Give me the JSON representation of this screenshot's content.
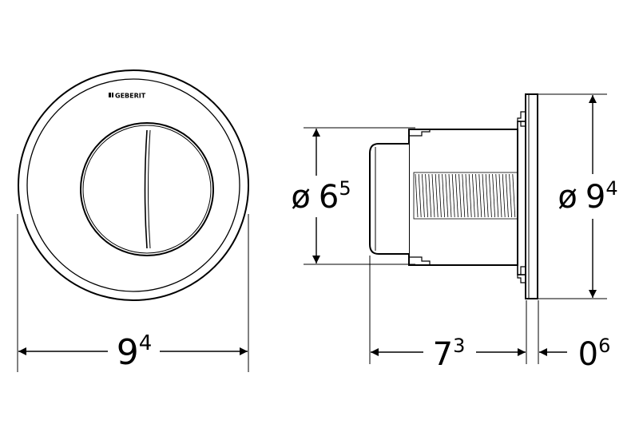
{
  "brand": {
    "logo_text": "GEBERIT"
  },
  "dimensions": {
    "front_width": {
      "main": "9",
      "sup": "4"
    },
    "side_button_diameter": {
      "prefix": "ø",
      "main": "6",
      "sup": "5"
    },
    "side_plate_diameter": {
      "prefix": "ø",
      "main": "9",
      "sup": "4"
    },
    "side_depth": {
      "main": "7",
      "sup": "3"
    },
    "plate_thickness": {
      "main": "0",
      "sup": "6"
    }
  },
  "colors": {
    "line": "#000000",
    "background": "#ffffff"
  }
}
